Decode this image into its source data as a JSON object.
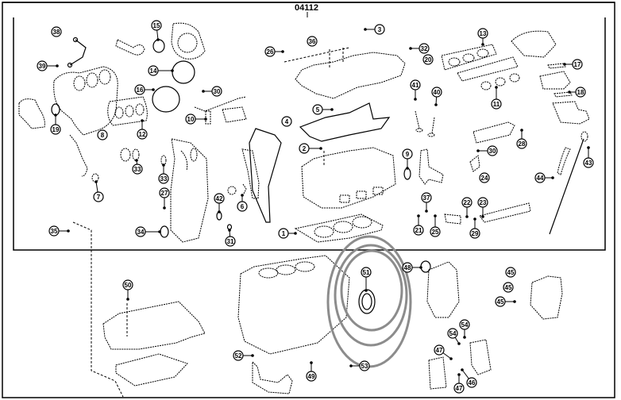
{
  "diagram": {
    "title": "Engine partial / gasket kit exploded diagram",
    "group_code": "04112",
    "highlight_color": "#8c8c8c",
    "highlighted_part": "51",
    "callouts": [
      {
        "id": "c38",
        "label": "38"
      },
      {
        "id": "c39",
        "label": "39"
      },
      {
        "id": "c19",
        "label": "19"
      },
      {
        "id": "c15",
        "label": "15"
      },
      {
        "id": "c14",
        "label": "14"
      },
      {
        "id": "c16",
        "label": "16"
      },
      {
        "id": "c30a",
        "label": "30"
      },
      {
        "id": "c10",
        "label": "10"
      },
      {
        "id": "c12",
        "label": "12"
      },
      {
        "id": "c8",
        "label": "8"
      },
      {
        "id": "c7",
        "label": "7"
      },
      {
        "id": "c33a",
        "label": "33"
      },
      {
        "id": "c33b",
        "label": "33"
      },
      {
        "id": "c27",
        "label": "27"
      },
      {
        "id": "c42",
        "label": "42"
      },
      {
        "id": "c6",
        "label": "6"
      },
      {
        "id": "c31",
        "label": "31"
      },
      {
        "id": "c34",
        "label": "34"
      },
      {
        "id": "c35",
        "label": "35"
      },
      {
        "id": "c26",
        "label": "26"
      },
      {
        "id": "c36",
        "label": "36"
      },
      {
        "id": "c3",
        "label": "3"
      },
      {
        "id": "c32",
        "label": "32"
      },
      {
        "id": "c20",
        "label": "20"
      },
      {
        "id": "c5",
        "label": "5"
      },
      {
        "id": "c4",
        "label": "4"
      },
      {
        "id": "c2",
        "label": "2"
      },
      {
        "id": "c1",
        "label": "1"
      },
      {
        "id": "c41",
        "label": "41"
      },
      {
        "id": "c40",
        "label": "40"
      },
      {
        "id": "c9",
        "label": "9"
      },
      {
        "id": "c13",
        "label": "13"
      },
      {
        "id": "c11",
        "label": "11"
      },
      {
        "id": "c17",
        "label": "17"
      },
      {
        "id": "c18",
        "label": "18"
      },
      {
        "id": "c28",
        "label": "28"
      },
      {
        "id": "c30b",
        "label": "30"
      },
      {
        "id": "c24",
        "label": "24"
      },
      {
        "id": "c43",
        "label": "43"
      },
      {
        "id": "c44",
        "label": "44"
      },
      {
        "id": "c37",
        "label": "37"
      },
      {
        "id": "c21",
        "label": "21"
      },
      {
        "id": "c25",
        "label": "25"
      },
      {
        "id": "c22",
        "label": "22"
      },
      {
        "id": "c23",
        "label": "23"
      },
      {
        "id": "c29",
        "label": "29"
      },
      {
        "id": "c50",
        "label": "50"
      },
      {
        "id": "c51",
        "label": "51"
      },
      {
        "id": "c52",
        "label": "52"
      },
      {
        "id": "c49",
        "label": "49"
      },
      {
        "id": "c53",
        "label": "53"
      },
      {
        "id": "c48",
        "label": "48"
      },
      {
        "id": "c45a",
        "label": "45"
      },
      {
        "id": "c45b",
        "label": "45"
      },
      {
        "id": "c45c",
        "label": "45"
      },
      {
        "id": "c54a",
        "label": "54"
      },
      {
        "id": "c54b",
        "label": "54"
      },
      {
        "id": "c47a",
        "label": "47"
      },
      {
        "id": "c47b",
        "label": "47"
      },
      {
        "id": "c46",
        "label": "46"
      }
    ]
  }
}
